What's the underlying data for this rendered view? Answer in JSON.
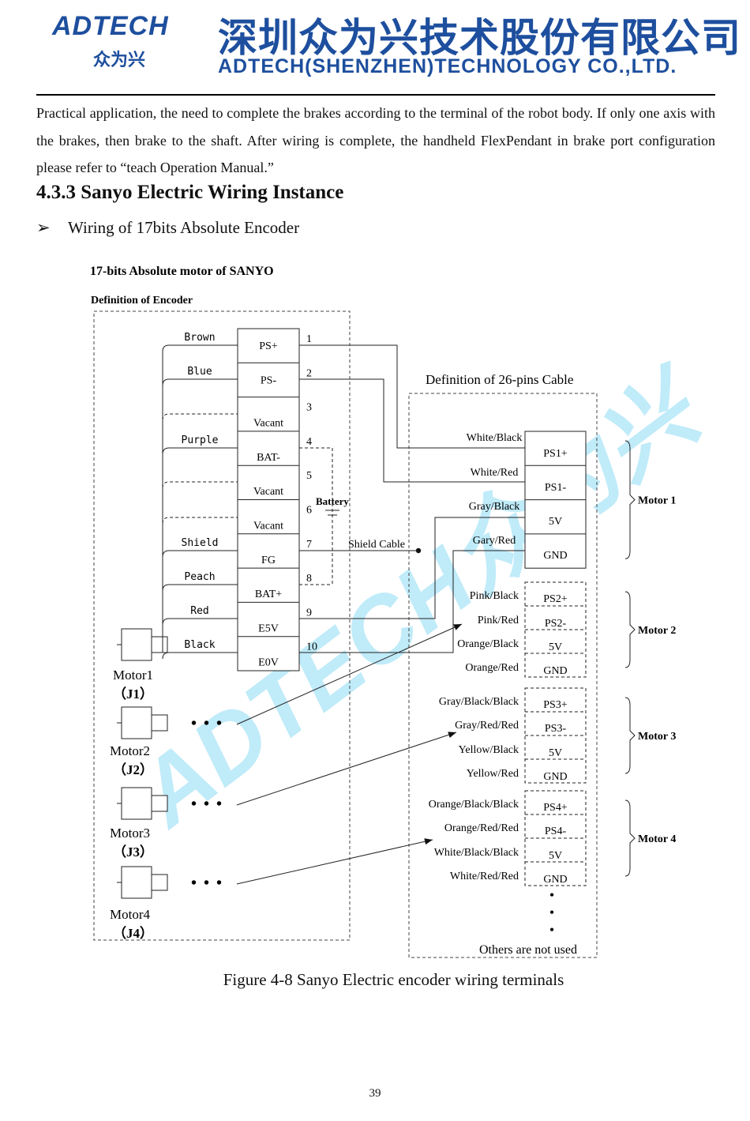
{
  "header": {
    "logo_en": "ADTECH",
    "logo_cn": "众为兴",
    "company_cn": "深圳众为兴技术股份有限公司",
    "company_en": "ADTECH(SHENZHEN)TECHNOLOGY CO.,LTD.",
    "brand_color": "#1e4f9e"
  },
  "body": {
    "intro": "Practical application, the need to complete the brakes according to the terminal of the robot body. If only one axis with the brakes, then brake to the shaft. After wiring is complete, the handheld FlexPendant in brake port configuration please refer to “teach Operation Manual.”",
    "section_title": "4.3.3 Sanyo Electric Wiring Instance",
    "bullet_symbol": "➢",
    "bullet_text": "Wiring of 17bits Absolute Encoder"
  },
  "diagram": {
    "title": "17-bits Absolute motor of SANYO",
    "encoder_heading": "Definition of Encoder",
    "cable_heading": "Definition of 26-pins Cable",
    "battery_label": "Battery",
    "shield_cable_label": "Shield Cable",
    "others_label": "Others are not used",
    "watermark": "ADTECH众为兴",
    "watermark_color": "#4cc8f0",
    "encoder_wire_colors": [
      "Brown",
      "Blue",
      "Purple",
      "Shield",
      "Peach",
      "Red",
      "Black"
    ],
    "encoder_pins": [
      "PS+",
      "PS-",
      "Vacant",
      "BAT-",
      "Vacant",
      "Vacant",
      "FG",
      "BAT+",
      "E5V",
      "E0V"
    ],
    "pin_numbers": [
      "1",
      "2",
      "3",
      "4",
      "5",
      "6",
      "7",
      "8",
      "9",
      "10"
    ],
    "motors": [
      {
        "name": "Motor1",
        "conn": "（J1）"
      },
      {
        "name": "Motor2",
        "conn": "（J2）"
      },
      {
        "name": "Motor3",
        "conn": "（J3）"
      },
      {
        "name": "Motor4",
        "conn": "（J4）"
      }
    ],
    "dots": "• • •",
    "vertical_dot": "•",
    "cable_groups": [
      {
        "motor": "Motor 1",
        "wires": [
          "White/Black",
          "White/Red",
          "Gray/Black",
          "Gary/Red"
        ],
        "pins": [
          "PS1+",
          "PS1-",
          "5V",
          "GND"
        ]
      },
      {
        "motor": "Motor 2",
        "wires": [
          "Pink/Black",
          "Pink/Red",
          "Orange/Black",
          "Orange/Red"
        ],
        "pins": [
          "PS2+",
          "PS2-",
          "5V",
          "GND"
        ]
      },
      {
        "motor": "Motor 3",
        "wires": [
          "Gray/Black/Black",
          "Gray/Red/Red",
          "Yellow/Black",
          "Yellow/Red"
        ],
        "pins": [
          "PS3+",
          "PS3-",
          "5V",
          "GND"
        ]
      },
      {
        "motor": "Motor 4",
        "wires": [
          "Orange/Black/Black",
          "Orange/Red/Red",
          "White/Black/Black",
          "White/Red/Red"
        ],
        "pins": [
          "PS4+",
          "PS4-",
          "5V",
          "GND"
        ]
      }
    ]
  },
  "caption": "Figure 4-8 Sanyo Electric encoder wiring terminals",
  "page_number": "39"
}
